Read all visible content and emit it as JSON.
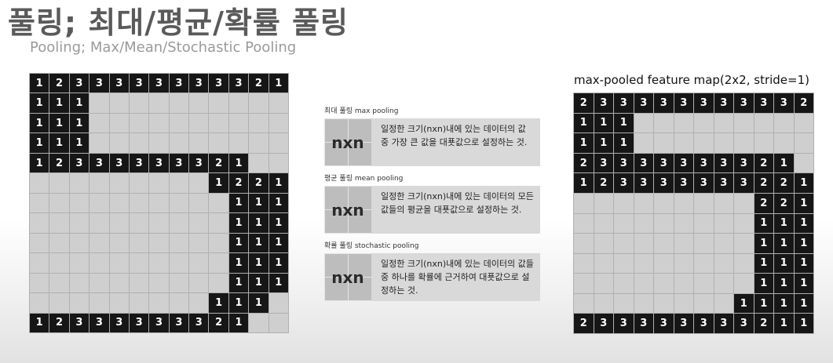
{
  "header": {
    "title": "풀링; 최대/평균/확률 풀링",
    "subtitle": "Pooling; Max/Mean/Stochastic Pooling"
  },
  "input_grid": {
    "rows": [
      [
        "1",
        "2",
        "3",
        "3",
        "3",
        "3",
        "3",
        "3",
        "3",
        "3",
        "3",
        "2",
        "1"
      ],
      [
        "1",
        "1",
        "1",
        "",
        "",
        "",
        "",
        "",
        "",
        "",
        "",
        "",
        ""
      ],
      [
        "1",
        "1",
        "1",
        "",
        "",
        "",
        "",
        "",
        "",
        "",
        "",
        "",
        ""
      ],
      [
        "1",
        "1",
        "1",
        "",
        "",
        "",
        "",
        "",
        "",
        "",
        "",
        "",
        ""
      ],
      [
        "1",
        "2",
        "3",
        "3",
        "3",
        "3",
        "3",
        "3",
        "3",
        "2",
        "1",
        "",
        ""
      ],
      [
        "",
        "",
        "",
        "",
        "",
        "",
        "",
        "",
        "",
        "1",
        "2",
        "2",
        "1"
      ],
      [
        "",
        "",
        "",
        "",
        "",
        "",
        "",
        "",
        "",
        "",
        "1",
        "1",
        "1"
      ],
      [
        "",
        "",
        "",
        "",
        "",
        "",
        "",
        "",
        "",
        "",
        "1",
        "1",
        "1"
      ],
      [
        "",
        "",
        "",
        "",
        "",
        "",
        "",
        "",
        "",
        "",
        "1",
        "1",
        "1"
      ],
      [
        "",
        "",
        "",
        "",
        "",
        "",
        "",
        "",
        "",
        "",
        "1",
        "1",
        "1"
      ],
      [
        "",
        "",
        "",
        "",
        "",
        "",
        "",
        "",
        "",
        "",
        "1",
        "1",
        "1"
      ],
      [
        "",
        "",
        "",
        "",
        "",
        "",
        "",
        "",
        "",
        "1",
        "1",
        "1",
        ""
      ],
      [
        "1",
        "2",
        "3",
        "3",
        "3",
        "3",
        "3",
        "3",
        "3",
        "2",
        "1",
        "",
        ""
      ]
    ]
  },
  "pooling_panels": [
    {
      "heading": "최대 풀링 max pooling",
      "label": "nxn",
      "description": "일정한 크기(nxn)내에 있는 데이터의 값 중 가장 큰 값을 대푯값으로 설정하는 것."
    },
    {
      "heading": "평균 풀링 mean pooling",
      "label": "nxn",
      "description": "일정한 크기(nxn)내에 있는 데이터의 모든 값들의 평균을 대푯값으로 설정하는 것."
    },
    {
      "heading": "확률 풀링 stochastic pooling",
      "label": "nxn",
      "description": "일정한 크기(nxn)내에 있는 데이터의 값들 중 하나를 확률에 근거하여 대푯값으로 설정하는 것."
    }
  ],
  "output_map": {
    "title": "max-pooled feature map(2x2, stride=1)",
    "rows": [
      [
        "2",
        "3",
        "3",
        "3",
        "3",
        "3",
        "3",
        "3",
        "3",
        "3",
        "3",
        "2"
      ],
      [
        "1",
        "1",
        "1",
        "",
        "",
        "",
        "",
        "",
        "",
        "",
        "",
        ""
      ],
      [
        "1",
        "1",
        "1",
        "",
        "",
        "",
        "",
        "",
        "",
        "",
        "",
        ""
      ],
      [
        "2",
        "3",
        "3",
        "3",
        "3",
        "3",
        "3",
        "3",
        "3",
        "2",
        "1",
        ""
      ],
      [
        "1",
        "2",
        "3",
        "3",
        "3",
        "3",
        "3",
        "3",
        "3",
        "2",
        "2",
        "1"
      ],
      [
        "",
        "",
        "",
        "",
        "",
        "",
        "",
        "",
        "",
        "2",
        "2",
        "1"
      ],
      [
        "",
        "",
        "",
        "",
        "",
        "",
        "",
        "",
        "",
        "1",
        "1",
        "1"
      ],
      [
        "",
        "",
        "",
        "",
        "",
        "",
        "",
        "",
        "",
        "1",
        "1",
        "1"
      ],
      [
        "",
        "",
        "",
        "",
        "",
        "",
        "",
        "",
        "",
        "1",
        "1",
        "1"
      ],
      [
        "",
        "",
        "",
        "",
        "",
        "",
        "",
        "",
        "",
        "1",
        "1",
        "1"
      ],
      [
        "",
        "",
        "",
        "",
        "",
        "",
        "",
        "",
        "1",
        "1",
        "1",
        "1"
      ],
      [
        "2",
        "3",
        "3",
        "3",
        "3",
        "3",
        "3",
        "3",
        "3",
        "2",
        "1",
        "1"
      ]
    ]
  },
  "colors": {
    "filled_cell": "#161616",
    "empty_cell": "#cfcfcf",
    "grid_line": "#b0b0b0"
  }
}
